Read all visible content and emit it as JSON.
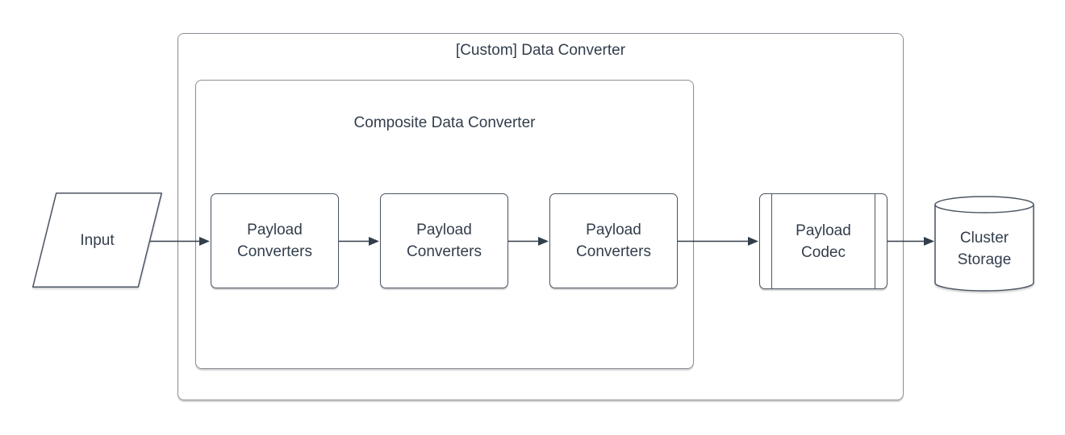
{
  "diagram": {
    "outer_container": {
      "label": "[Custom] Data Converter",
      "shape": "container"
    },
    "inner_container": {
      "label": "Composite Data Converter",
      "shape": "container"
    },
    "nodes": {
      "input": {
        "label": "Input",
        "shape": "parallelogram"
      },
      "converter1": {
        "label": "Payload Converters",
        "shape": "rounded-rectangle"
      },
      "converter2": {
        "label": "Payload Converters",
        "shape": "rounded-rectangle"
      },
      "converter3": {
        "label": "Payload Converters",
        "shape": "rounded-rectangle"
      },
      "codec": {
        "label": "Payload Codec",
        "shape": "subroutine"
      },
      "storage": {
        "label": "Cluster Storage",
        "shape": "cylinder"
      }
    },
    "connections": [
      {
        "from": "Input",
        "to": "Payload Converters"
      },
      {
        "from": "Payload Converters",
        "to": "Payload Converters"
      },
      {
        "from": "Payload Converters",
        "to": "Payload Converters"
      },
      {
        "from": "Payload Converters",
        "to": "Payload Codec"
      },
      {
        "from": "Payload Codec",
        "to": "Cluster Storage"
      }
    ],
    "colors": {
      "background": "#ffffff",
      "shape_fill": "#ffffff",
      "shape_stroke": "#4b5563",
      "container_stroke": "#8b8f97",
      "text": "#333e4c",
      "arrow": "#333e4c"
    }
  }
}
